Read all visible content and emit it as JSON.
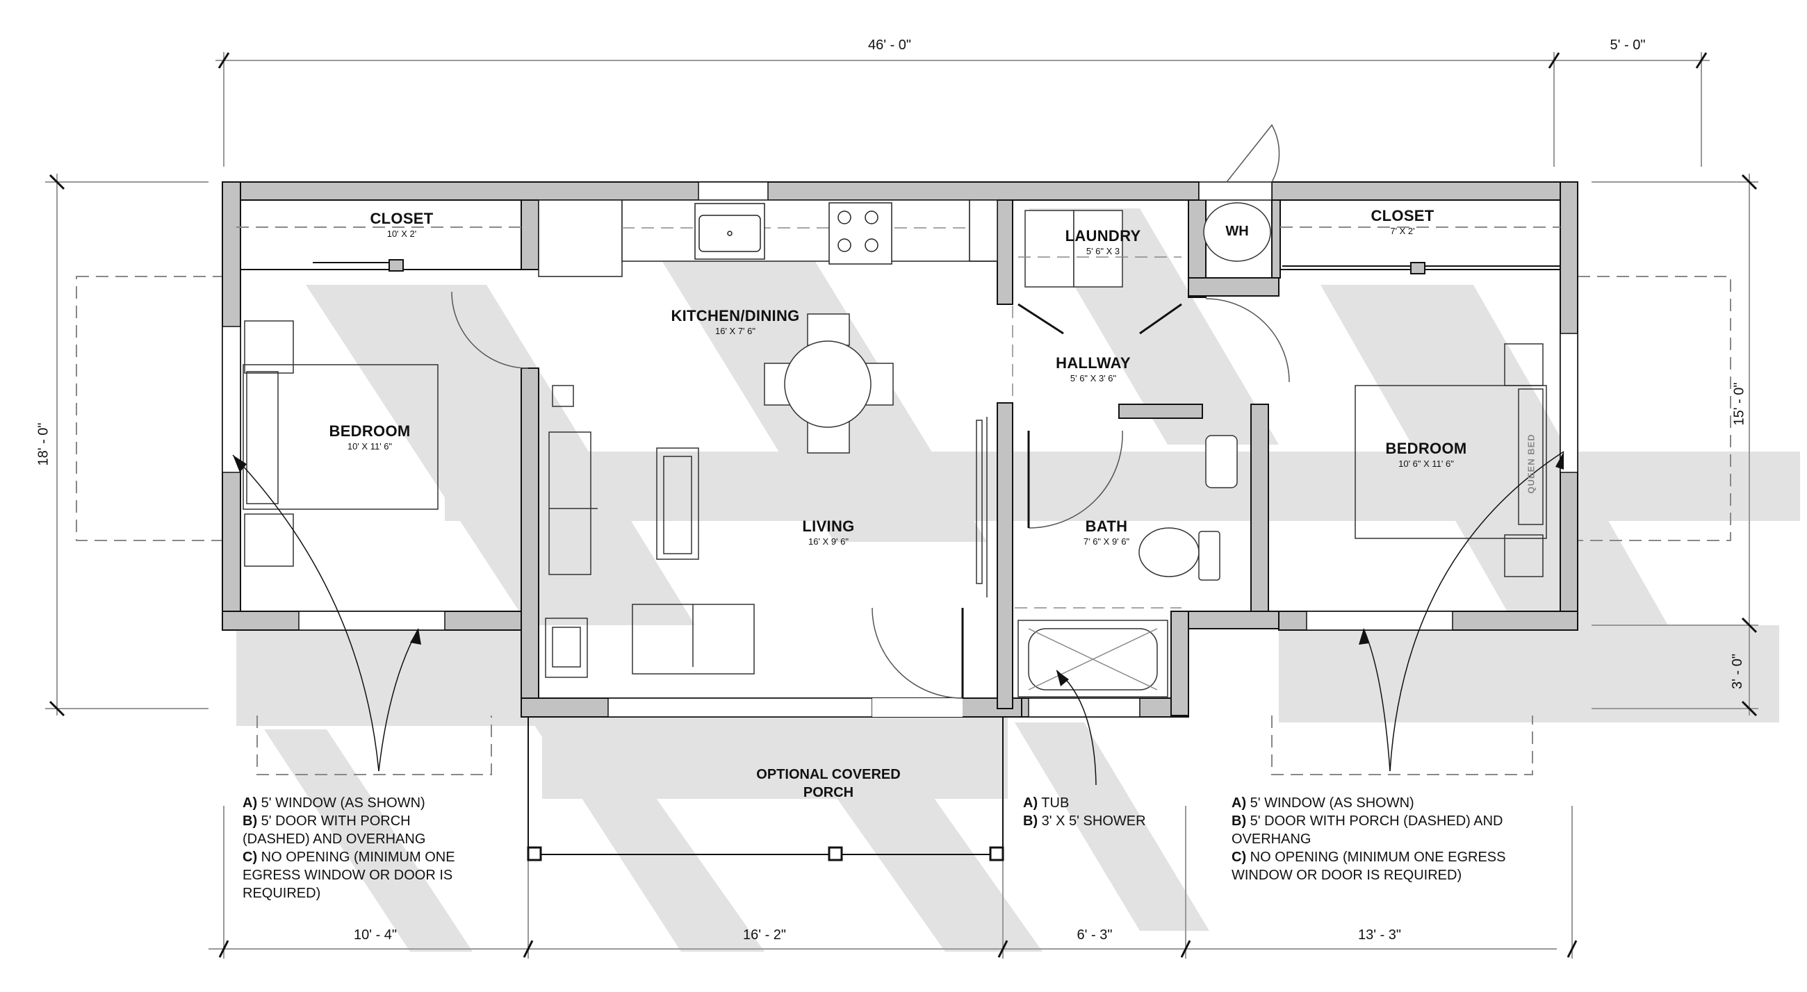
{
  "drawing": {
    "colors": {
      "wall": "#c2c2c2",
      "shadow": "#e2e2e2",
      "line": "#111111",
      "dash": "#888888",
      "background": "#ffffff"
    },
    "overall_dimensions": {
      "top_main": "46' - 0\"",
      "top_side": "5' - 0\"",
      "left": "18' - 0\"",
      "right_main": "15' - 0\"",
      "right_side": "3' - 0\""
    },
    "bottom_dimensions": [
      {
        "label": "10' - 4\""
      },
      {
        "label": "16' - 2\""
      },
      {
        "label": "6' - 3\""
      },
      {
        "label": "13' - 3\""
      }
    ],
    "rooms": {
      "closet_left": {
        "name": "CLOSET",
        "size": "10' X 2'"
      },
      "kitchen_dining": {
        "name": "KITCHEN/DINING",
        "size": "16' X 7' 6\""
      },
      "laundry": {
        "name": "LAUNDRY",
        "size": "5' 6\" X 3"
      },
      "water_heater": {
        "name": "WH"
      },
      "closet_right": {
        "name": "CLOSET",
        "size": "7' X 2'"
      },
      "bedroom_left": {
        "name": "BEDROOM",
        "size": "10' X 11' 6\""
      },
      "hallway": {
        "name": "HALLWAY",
        "size": "5' 6\" X 3' 6\""
      },
      "living": {
        "name": "LIVING",
        "size": "16' X 9' 6\""
      },
      "bath": {
        "name": "BATH",
        "size": "7' 6\" X 9' 6\""
      },
      "bedroom_right": {
        "name": "BEDROOM",
        "size": "10' 6\" X 11' 6\"",
        "bed_label": "QUEEN BED"
      },
      "porch": {
        "line1": "OPTIONAL COVERED",
        "line2": "PORCH"
      }
    },
    "notes": {
      "left_bedroom": [
        {
          "key": "A)",
          "text": " 5' WINDOW (AS SHOWN)"
        },
        {
          "key": "B)",
          "text": " 5' DOOR WITH PORCH"
        },
        {
          "key": "",
          "text": "(DASHED) AND OVERHANG"
        },
        {
          "key": "C)",
          "text": " NO OPENING (MINIMUM ONE"
        },
        {
          "key": "",
          "text": "EGRESS WINDOW OR DOOR IS"
        },
        {
          "key": "",
          "text": "REQUIRED)"
        }
      ],
      "bath": [
        {
          "key": "A)",
          "text": " TUB"
        },
        {
          "key": "B)",
          "text": " 3' X 5' SHOWER"
        }
      ],
      "right_bedroom": [
        {
          "key": "A)",
          "text": " 5' WINDOW (AS SHOWN)"
        },
        {
          "key": "B)",
          "text": " 5' DOOR WITH PORCH (DASHED) AND"
        },
        {
          "key": "",
          "text": "OVERHANG"
        },
        {
          "key": "C)",
          "text": " NO OPENING (MINIMUM ONE EGRESS"
        },
        {
          "key": "",
          "text": "WINDOW OR DOOR IS REQUIRED)"
        }
      ]
    }
  }
}
